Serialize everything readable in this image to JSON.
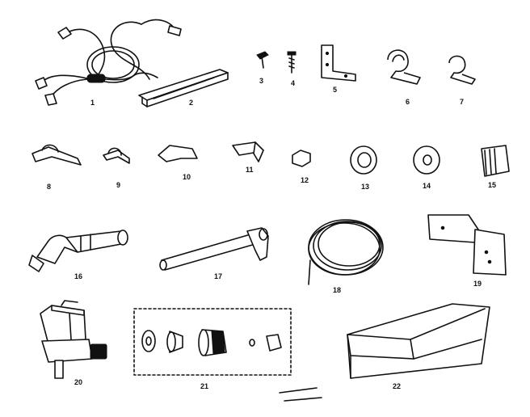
{
  "diagram": {
    "part_labels": [
      "1",
      "2",
      "3",
      "4",
      "5",
      "6",
      "7",
      "8",
      "9",
      "10",
      "11",
      "12",
      "13",
      "14",
      "15",
      "16",
      "17",
      "18",
      "19",
      "20",
      "21",
      "22"
    ]
  }
}
